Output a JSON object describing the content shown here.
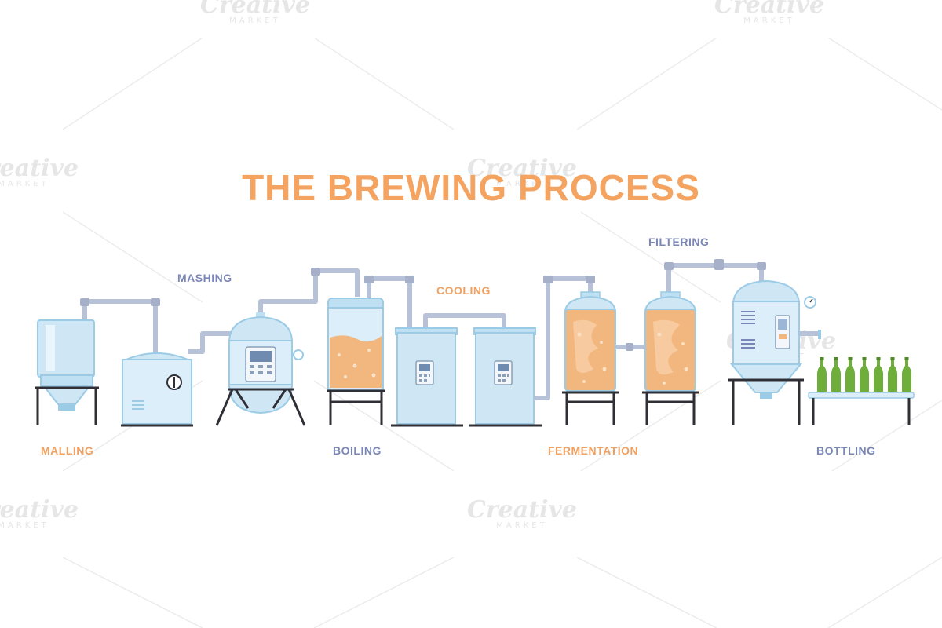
{
  "title": "THE BREWING PROCESS",
  "steps": {
    "malling": "MALLING",
    "mashing": "MASHING",
    "boiling": "BOILING",
    "cooling": "COOLING",
    "fermentation": "FERMENTATION",
    "filtering": "FILTERING",
    "bottling": "BOTTLING"
  },
  "watermark": {
    "brand": "Creative",
    "sub": "MARKET"
  },
  "colors": {
    "title": "#f4a460",
    "orange_label": "#f0a060",
    "blue_label": "#7b86b8",
    "tank_light": "#dbeef9",
    "tank_mid": "#bfe0f2",
    "tank_dark": "#9ccbe6",
    "pipe": "#b7c2d8",
    "beer": "#f2b67f",
    "bottle": "#6fae3a",
    "stand": "#2f2f35"
  }
}
